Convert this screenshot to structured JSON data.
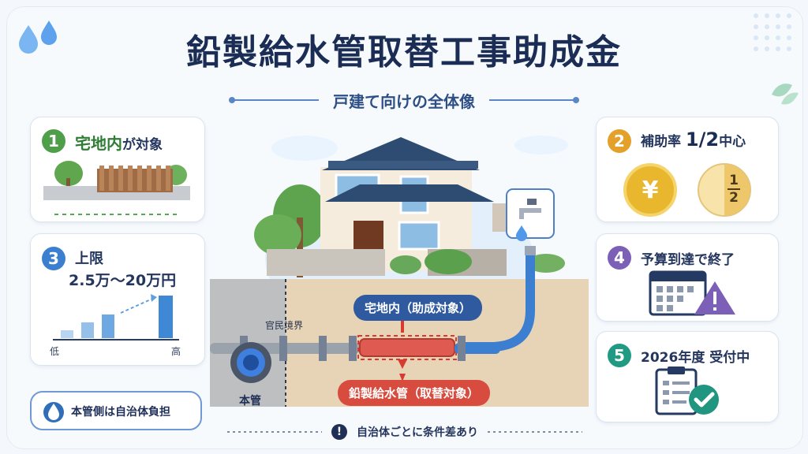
{
  "title": "鉛製給水管取替工事助成金",
  "subtitle": "戸建て向けの全体像",
  "card1": {
    "number": "1",
    "title_main": "宅地内",
    "title_suffix": "が対象"
  },
  "card2": {
    "number": "2",
    "prefix": "補助率",
    "highlight": "1/2",
    "suffix": "中心",
    "yen": "¥",
    "fraction_top": "1",
    "fraction_bottom": "2"
  },
  "card3": {
    "number": "3",
    "title": "上限",
    "range": "2.5万〜20万円",
    "low": "低",
    "high": "高"
  },
  "card4": {
    "number": "4",
    "title": "予算到達で終了"
  },
  "card5": {
    "number": "5",
    "title": "2026年度 受付中"
  },
  "scene": {
    "boundary": "官民境界",
    "residential_label": "宅地内（助成対象）",
    "lead_pipe_label": "鉛製給水管（取替対象）",
    "main_pipe": "本管",
    "main_side": "本管側は自治体負担"
  },
  "footer": "自治体ごとに条件差あり",
  "colors": {
    "title": "#1b2d55",
    "pipe_blue": "#3c7fd0",
    "lead_red": "#df5a50"
  }
}
